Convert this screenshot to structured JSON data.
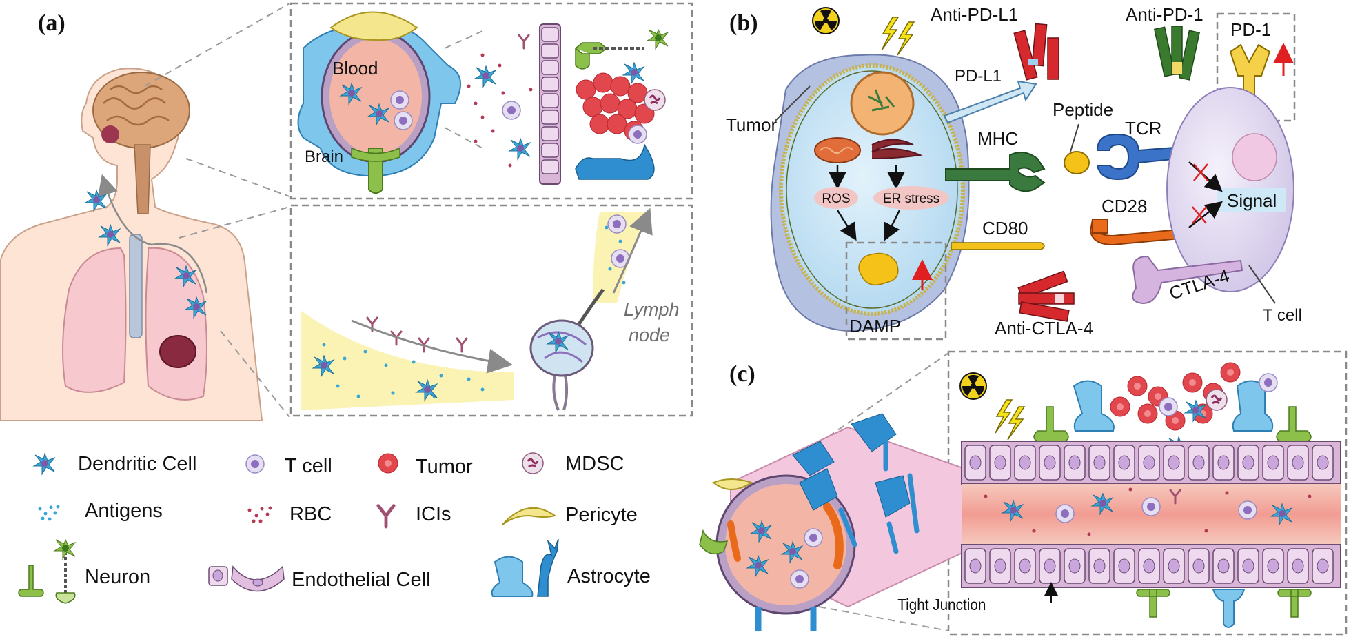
{
  "panels": {
    "a": "(a)",
    "b": "(b)",
    "c": "(c)"
  },
  "panel_a": {
    "blood_label": "Blood",
    "brain_label": "Brain",
    "lymph_label_1": "Lymph",
    "lymph_label_2": "node"
  },
  "panel_b": {
    "anti_pd_l1": "Anti-PD-L1",
    "anti_pd_1": "Anti-PD-1",
    "pd_1": "PD-1",
    "pd_l1": "PD-L1",
    "tumor": "Tumor",
    "peptide": "Peptide",
    "tcr": "TCR",
    "mhc": "MHC",
    "ros": "ROS",
    "er_stress": "ER stress",
    "signal": "Signal",
    "cd28": "CD28",
    "cd80": "CD80",
    "damp": "DAMP",
    "anti_ctla_4": "Anti-CTLA-4",
    "ctla_4": "CTLA-4",
    "t_cell": "T cell"
  },
  "panel_c": {
    "tight_junction": "Tight Junction"
  },
  "legend": {
    "dendritic_cell": "Dendritic Cell",
    "t_cell": "T cell",
    "tumor": "Tumor",
    "mdsc": "MDSC",
    "antigens": "Antigens",
    "rbc": "RBC",
    "icis": "ICIs",
    "pericyte": "Pericyte",
    "neuron": "Neuron",
    "endothelial_cell": "Endothelial Cell",
    "astrocyte": "Astrocyte"
  },
  "colors": {
    "skin": "#fde4d4",
    "brain": "#dca57a",
    "lung": "#f8c8cf",
    "blood_vessel": "#f3b6a6",
    "endothelium": "#c9a3c8",
    "dendritic_cell": "#3aa6d8",
    "tumor_cell": "#e2474d",
    "astrocyte": "#2e8ed0",
    "pericyte": "#f4e68c",
    "neuron": "#8cc04b",
    "tcell_body": "#dcd3ee",
    "tumor_body": "#c7e3f5",
    "red_arrow": "#e02020"
  }
}
